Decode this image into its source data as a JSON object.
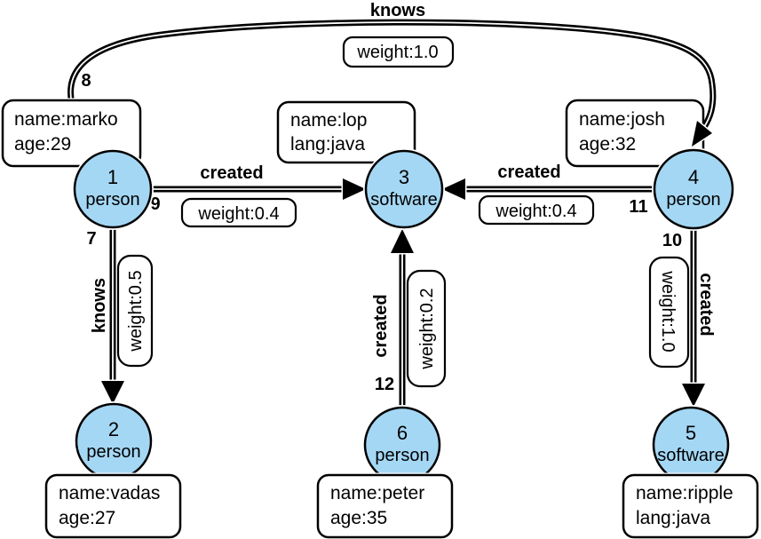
{
  "diagram_type": "property-graph",
  "colors": {
    "node_fill": "#a4d7f4",
    "node_stroke": "#000000",
    "box_fill": "#ffffff",
    "edge_color": "#000000",
    "background": "#ffffff"
  },
  "nodes": [
    {
      "id": "1",
      "label": "person",
      "prop1": "name:marko",
      "prop2": "age:29"
    },
    {
      "id": "2",
      "label": "person",
      "prop1": "name:vadas",
      "prop2": "age:27"
    },
    {
      "id": "3",
      "label": "software",
      "prop1": "name:lop",
      "prop2": "lang:java"
    },
    {
      "id": "4",
      "label": "person",
      "prop1": "name:josh",
      "prop2": "age:32"
    },
    {
      "id": "5",
      "label": "software",
      "prop1": "name:ripple",
      "prop2": "lang:java"
    },
    {
      "id": "6",
      "label": "person",
      "prop1": "name:peter",
      "prop2": "age:35"
    }
  ],
  "edges": [
    {
      "id": "8",
      "label": "knows",
      "weight": "weight:1.0",
      "from": "1",
      "to": "4"
    },
    {
      "id": "9",
      "label": "created",
      "weight": "weight:0.4",
      "from": "1",
      "to": "3"
    },
    {
      "id": "7",
      "label": "knows",
      "weight": "weight:0.5",
      "from": "1",
      "to": "2"
    },
    {
      "id": "11",
      "label": "created",
      "weight": "weight:0.4",
      "from": "4",
      "to": "3"
    },
    {
      "id": "10",
      "label": "created",
      "weight": "weight:1.0",
      "from": "4",
      "to": "5"
    },
    {
      "id": "12",
      "label": "created",
      "weight": "weight:0.2",
      "from": "6",
      "to": "3"
    }
  ]
}
